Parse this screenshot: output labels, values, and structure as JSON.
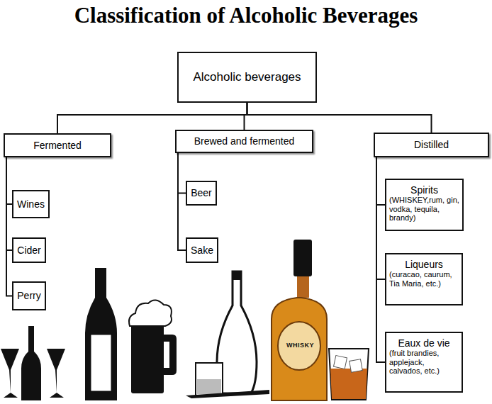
{
  "diagram": {
    "title": "Classification of Alcoholic Beverages",
    "nodes": [
      {
        "text": [
          "Alcoholic beverages"
        ]
      },
      {
        "text": [
          "Fermented"
        ]
      },
      {
        "text": [
          "Brewed and fermented"
        ]
      },
      {
        "text": [
          "Distilled"
        ]
      },
      {
        "text": [
          "Wines"
        ]
      },
      {
        "text": [
          "Cider"
        ]
      },
      {
        "text": [
          "Perry"
        ]
      },
      {
        "text": [
          "Beer"
        ]
      },
      {
        "text": [
          "Sake"
        ]
      },
      {
        "text": [
          "Spirits",
          "(WHISKEY,rum, gin, vodka, tequila, brandy)"
        ]
      },
      {
        "text": [
          "Liqueurs",
          "(curacao, caurum, Tia Maria, etc.)"
        ]
      },
      {
        "text": [
          "Eaux de vie",
          "(fruit brandies, applejack, calvados, etc.)"
        ]
      }
    ],
    "edges": [
      {
        "from": 0,
        "to": 1,
        "arrow": "none"
      },
      {
        "from": 0,
        "to": 2,
        "arrow": "none"
      },
      {
        "from": 0,
        "to": 3,
        "arrow": "none"
      },
      {
        "from": 1,
        "to": 4,
        "arrow": "none"
      },
      {
        "from": 1,
        "to": 5,
        "arrow": "none"
      },
      {
        "from": 1,
        "to": 6,
        "arrow": "none"
      },
      {
        "from": 2,
        "to": 7,
        "arrow": "none"
      },
      {
        "from": 2,
        "to": 8,
        "arrow": "none"
      },
      {
        "from": 3,
        "to": 9,
        "arrow": "none"
      },
      {
        "from": 3,
        "to": 10,
        "arrow": "none"
      },
      {
        "from": 3,
        "to": 11,
        "arrow": "none"
      }
    ],
    "labels": [
      "WHISKY"
    ]
  }
}
